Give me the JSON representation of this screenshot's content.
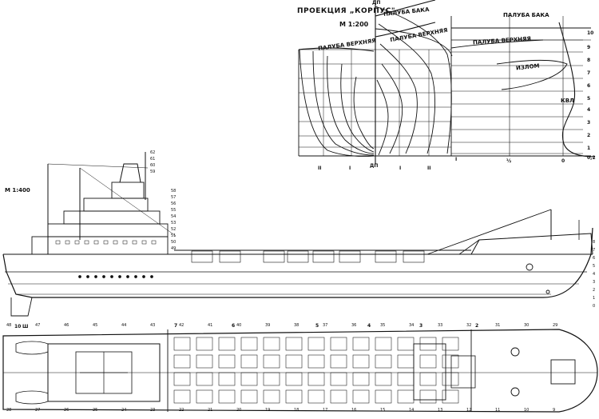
{
  "header": {
    "projection_title": "ПРОЕКЦИЯ „КОРПУС\"",
    "scale_top": "М 1:200",
    "scale_main": "М 1:400"
  },
  "body_plan": {
    "deck_labels_left": [
      "ПАЛУБА ВЕРХНЯЯ",
      "ПАЛУБА БАКА",
      "ПАЛУБА ВЕРХНЯЯ"
    ],
    "deck_labels_right": [
      "ПАЛУБА БАКА",
      "ПАЛУБА ВЕРХНЯЯ",
      "ИЗЛОМ",
      "КВЛ"
    ],
    "centerline_top": "ДП",
    "centerline_bottom": "ДП",
    "buttock_labels": [
      "II",
      "I",
      "ДП",
      "I",
      "II"
    ],
    "right_bottom_labels": [
      "I",
      "½",
      "0"
    ],
    "waterline_numbers": [
      "10",
      "9",
      "8",
      "7",
      "6",
      "5",
      "4",
      "3",
      "2",
      "1",
      "0,2"
    ]
  },
  "profile": {
    "stern_marks": [
      "10",
      "Ш"
    ],
    "callouts": [
      "8",
      "7",
      "6",
      "5",
      "4",
      "3",
      "2",
      "1",
      "0",
      "62",
      "61",
      "60",
      "59",
      "58",
      "57",
      "56",
      "55",
      "54",
      "53",
      "52",
      "51",
      "50",
      "49",
      "48",
      "47",
      "46",
      "45",
      "44",
      "43",
      "42",
      "41",
      "40",
      "39",
      "38",
      "37",
      "36",
      "35",
      "34",
      "33",
      "32",
      "31",
      "30",
      "29",
      "28",
      "27",
      "26",
      "25",
      "24",
      "23",
      "22",
      "21",
      "20",
      "19",
      "18",
      "17",
      "16",
      "15",
      "14",
      "13",
      "12",
      "11",
      "10",
      "9"
    ]
  },
  "plan": {
    "frame_marks": [
      "7",
      "6",
      "5",
      "4",
      "3",
      "2"
    ]
  }
}
